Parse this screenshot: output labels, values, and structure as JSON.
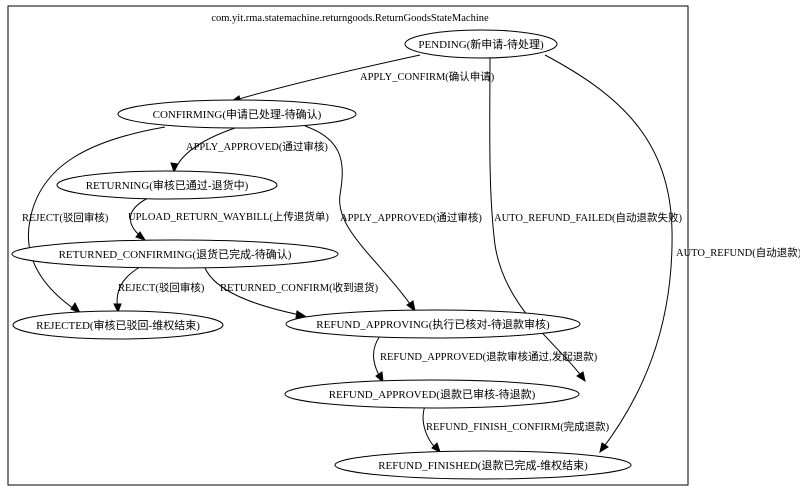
{
  "diagram": {
    "title": "com.yit.rma.statemachine.returngoods.ReturnGoodsStateMachine",
    "states": {
      "pending": "PENDING(新申请-待处理)",
      "confirming": "CONFIRMING(申请已处理-待确认)",
      "returning": "RETURNING(审核已通过-退货中)",
      "returned_confirming": "RETURNED_CONFIRMING(退货已完成-待确认)",
      "rejected": "REJECTED(审核已驳回-维权结束)",
      "refund_approving": "REFUND_APPROVING(执行已核对-待退款审核)",
      "refund_approved": "REFUND_APPROVED(退款已审核-待退款)",
      "refund_finished": "REFUND_FINISHED(退款已完成-维权结束)"
    },
    "transitions": {
      "apply_confirm": "APPLY_CONFIRM(确认申请)",
      "apply_approved_to_returning": "APPLY_APPROVED(通过审核)",
      "apply_approved_to_refund_approving": "APPLY_APPROVED(通过审核)",
      "reject_from_confirming": "REJECT(驳回审核)",
      "upload_return_waybill": "UPLOAD_RETURN_WAYBILL(上传退货单)",
      "reject_from_returned_confirming": "REJECT(驳回审核)",
      "returned_confirm": "RETURNED_CONFIRM(收到退货)",
      "auto_refund_failed": "AUTO_REFUND_FAILED(自动退款失败)",
      "auto_refund": "AUTO_REFUND(自动退款)",
      "refund_approved": "REFUND_APPROVED(退款审核通过,发起退款)",
      "refund_finish_confirm": "REFUND_FINISH_CONFIRM(完成退款)"
    }
  }
}
